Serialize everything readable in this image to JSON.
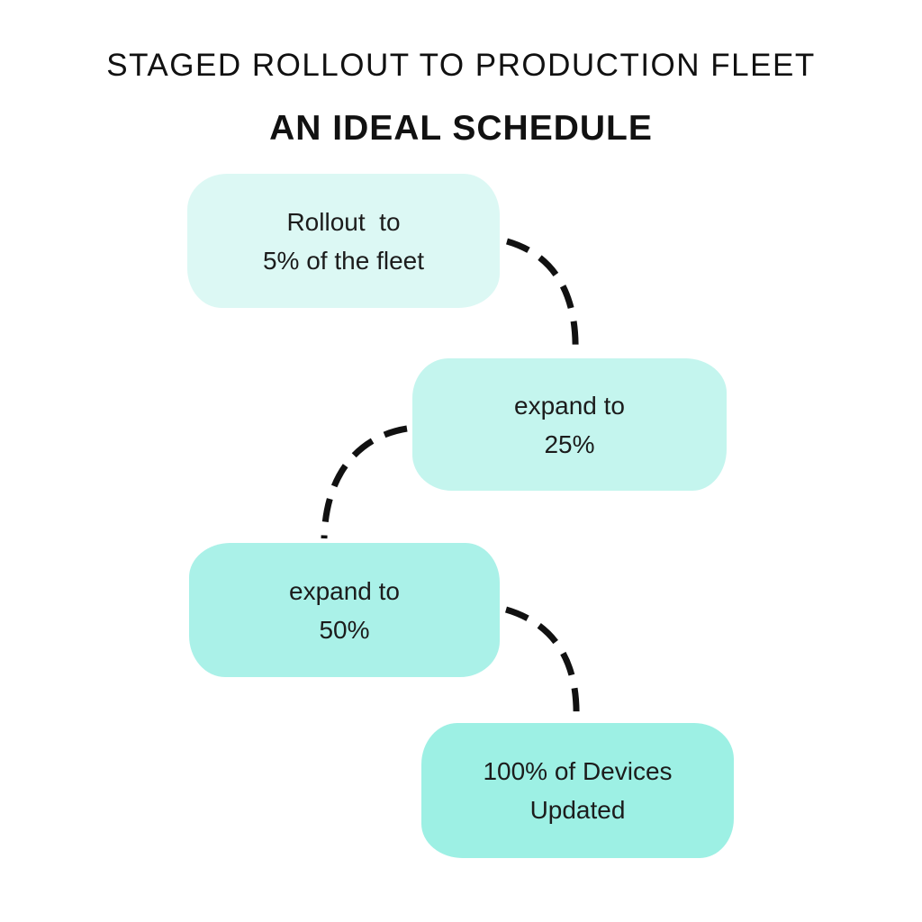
{
  "page": {
    "background_color": "#ffffff",
    "text_color": "#111111"
  },
  "header": {
    "title": "STAGED ROLLOUT TO PRODUCTION FLEET",
    "subtitle": "AN IDEAL SCHEDULE"
  },
  "flow": {
    "connector_color": "#111111",
    "connector_style": "dashed-curve",
    "stages": [
      {
        "lines": [
          "Rollout  to",
          "5% of the fleet"
        ],
        "bg": "#dcf8f4"
      },
      {
        "lines": [
          "expand to",
          "25%"
        ],
        "bg": "#c4f5ee"
      },
      {
        "lines": [
          "expand to",
          "50%"
        ],
        "bg": "#aaf1e8"
      },
      {
        "lines": [
          "100% of Devices",
          "Updated"
        ],
        "bg": "#9df0e4",
        "icon": "checkmark-icon",
        "icon_color": "#111111"
      }
    ]
  }
}
